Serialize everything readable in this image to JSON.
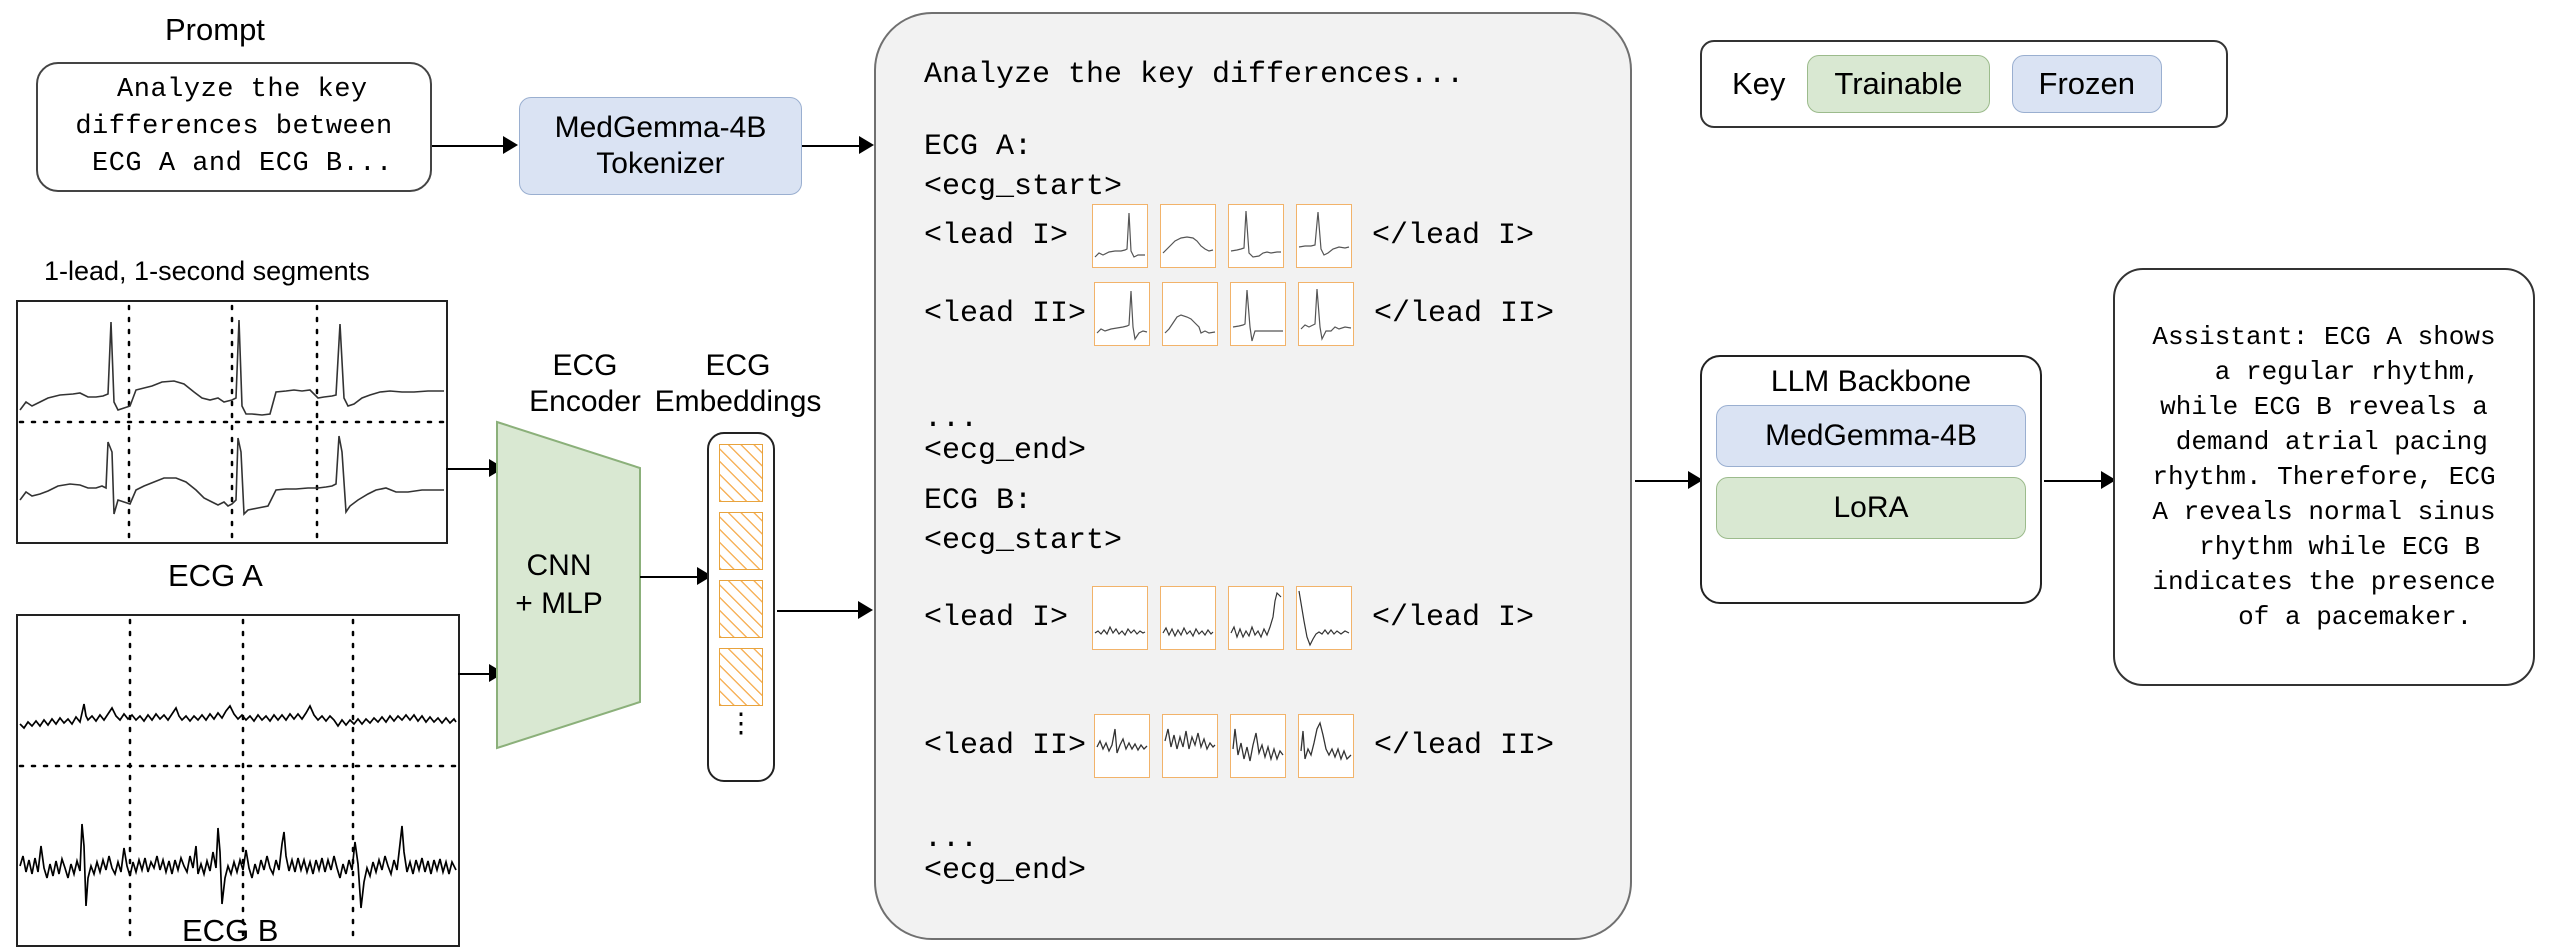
{
  "prompt": {
    "title": "Prompt",
    "text": " Analyze the key\ndifferences between\n ECG A and ECG B..."
  },
  "tokenizer": {
    "line1": "MedGemma-4B",
    "line2": "Tokenizer"
  },
  "ecg_inputs": {
    "segments_title": "1-lead, 1-second segments",
    "ecg_a_caption": "ECG A",
    "ecg_b_caption": "ECG B"
  },
  "encoder": {
    "title_line1": "ECG",
    "title_line2": "Encoder",
    "body_line1": "CNN",
    "body_line2": "+ MLP"
  },
  "embeddings": {
    "title_line1": "ECG",
    "title_line2": "Embeddings",
    "cell_count": 4,
    "ellipsis": "⋮"
  },
  "token_panel": {
    "prompt_line": "Analyze the key differences...",
    "ecg_a_header": "ECG A:",
    "ecg_a_start": "<ecg_start>",
    "ecg_a_lead1_open": "<lead I>",
    "ecg_a_lead1_close": "</lead I>",
    "ecg_a_lead2_open": "<lead II>",
    "ecg_a_lead2_close": "</lead II>",
    "ecg_a_dots": "...",
    "ecg_a_end": "<ecg_end>",
    "ecg_b_header": "ECG B:",
    "ecg_b_start": "<ecg_start>",
    "ecg_b_lead1_open": "<lead I>",
    "ecg_b_lead1_close": "</lead I>",
    "ecg_b_lead2_open": "<lead II>",
    "ecg_b_lead2_close": "</lead II>",
    "ecg_b_dots": "...",
    "ecg_b_end": "<ecg_end>",
    "thumbs_per_row": 4
  },
  "key_legend": {
    "label": "Key",
    "trainable": "Trainable",
    "frozen": "Frozen"
  },
  "llm_backbone": {
    "title": "LLM Backbone",
    "frozen_model": "MedGemma-4B",
    "trainable_adapter": "LoRA"
  },
  "assistant": {
    "text": "Assistant: ECG A shows\n   a regular rhythm,\nwhile ECG B reveals a\n demand atrial pacing\nrhythm. Therefore, ECG\nA reveals normal sinus\n  rhythm while ECG B\nindicates the presence\n    of a pacemaker."
  },
  "colors": {
    "trainable_green": "#d9e8d2",
    "frozen_blue": "#dae3f3",
    "embedding_orange": "#e8a33d",
    "panel_grey": "#f2f2f2"
  }
}
